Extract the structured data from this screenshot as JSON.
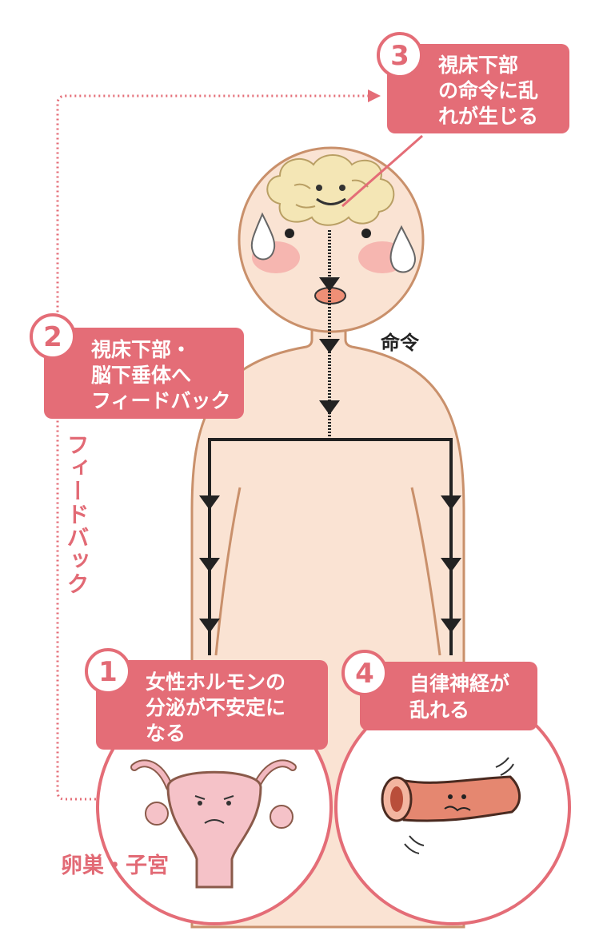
{
  "colors": {
    "accent": "#e46d77",
    "skin": "#fae3d3",
    "outline": "#c9906b",
    "brain": "#f4e6b5",
    "white": "#ffffff"
  },
  "callouts": {
    "c3": {
      "number": "3",
      "lines": [
        "視床下部",
        "の命令に乱",
        "れが生じる"
      ]
    },
    "c2": {
      "number": "2",
      "lines": [
        "視床下部・",
        "脳下垂体へ",
        "フィードバック"
      ]
    },
    "c1": {
      "number": "1",
      "lines": [
        "女性ホルモンの",
        "分泌が不安定に",
        "なる"
      ]
    },
    "c4": {
      "number": "4",
      "lines": [
        "自律神経が",
        "乱れる"
      ]
    }
  },
  "labels": {
    "command": "命令",
    "feedback_vertical": "フィードバック",
    "ovary_uterus": "卵巣・子宮"
  },
  "icons": {
    "brain": "smiling-brain-icon",
    "sweat": "sweat-drop-icon",
    "uterus": "troubled-uterus-icon",
    "vessel": "troubled-blood-vessel-icon"
  }
}
